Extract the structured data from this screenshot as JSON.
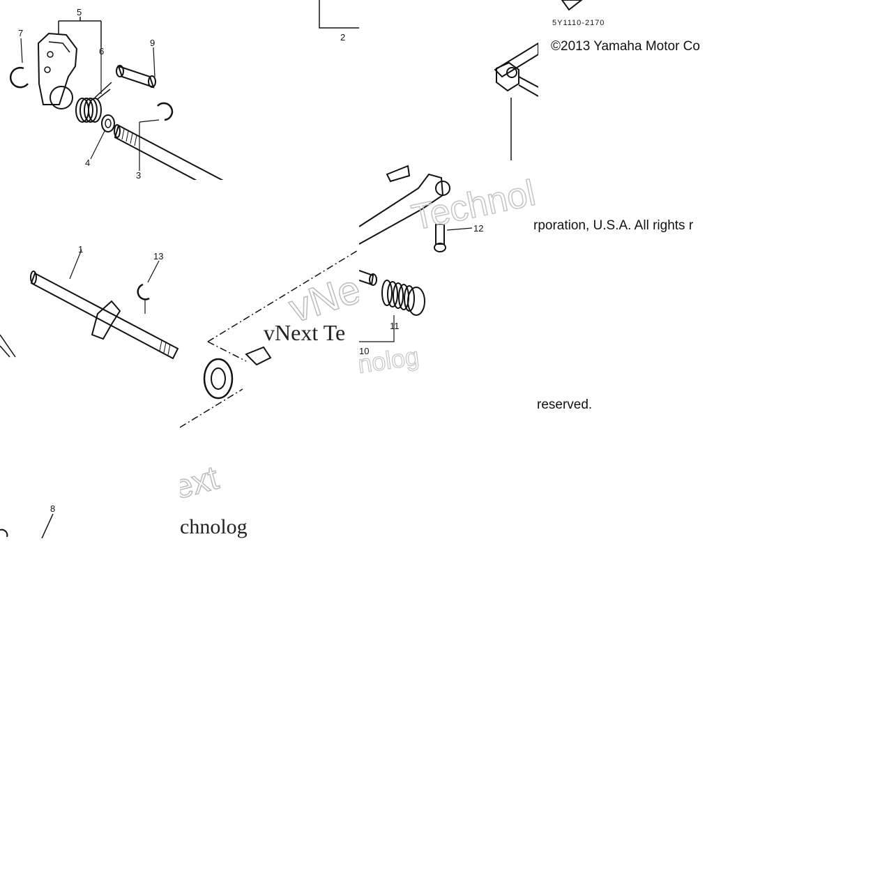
{
  "diagram": {
    "part_number_code": "5Y1110-2170",
    "callouts": {
      "n1": "1",
      "n2": "2",
      "n3": "3",
      "n4": "4",
      "n5": "5",
      "n6": "6",
      "n7": "7",
      "n8": "8",
      "n9": "9",
      "n10": "10",
      "n11": "11",
      "n12": "12",
      "n13": "13"
    }
  },
  "copyright": {
    "line1": "©2013 Yamaha Motor Co",
    "line2": "rporation, U.S.A. All rights r",
    "line3": "reserved."
  },
  "watermark": {
    "text_a": "vNext Te",
    "text_b": "Technol",
    "text_c": "vNe",
    "text_d": "ext",
    "text_e": "chnolog",
    "text_f": "nolog"
  }
}
